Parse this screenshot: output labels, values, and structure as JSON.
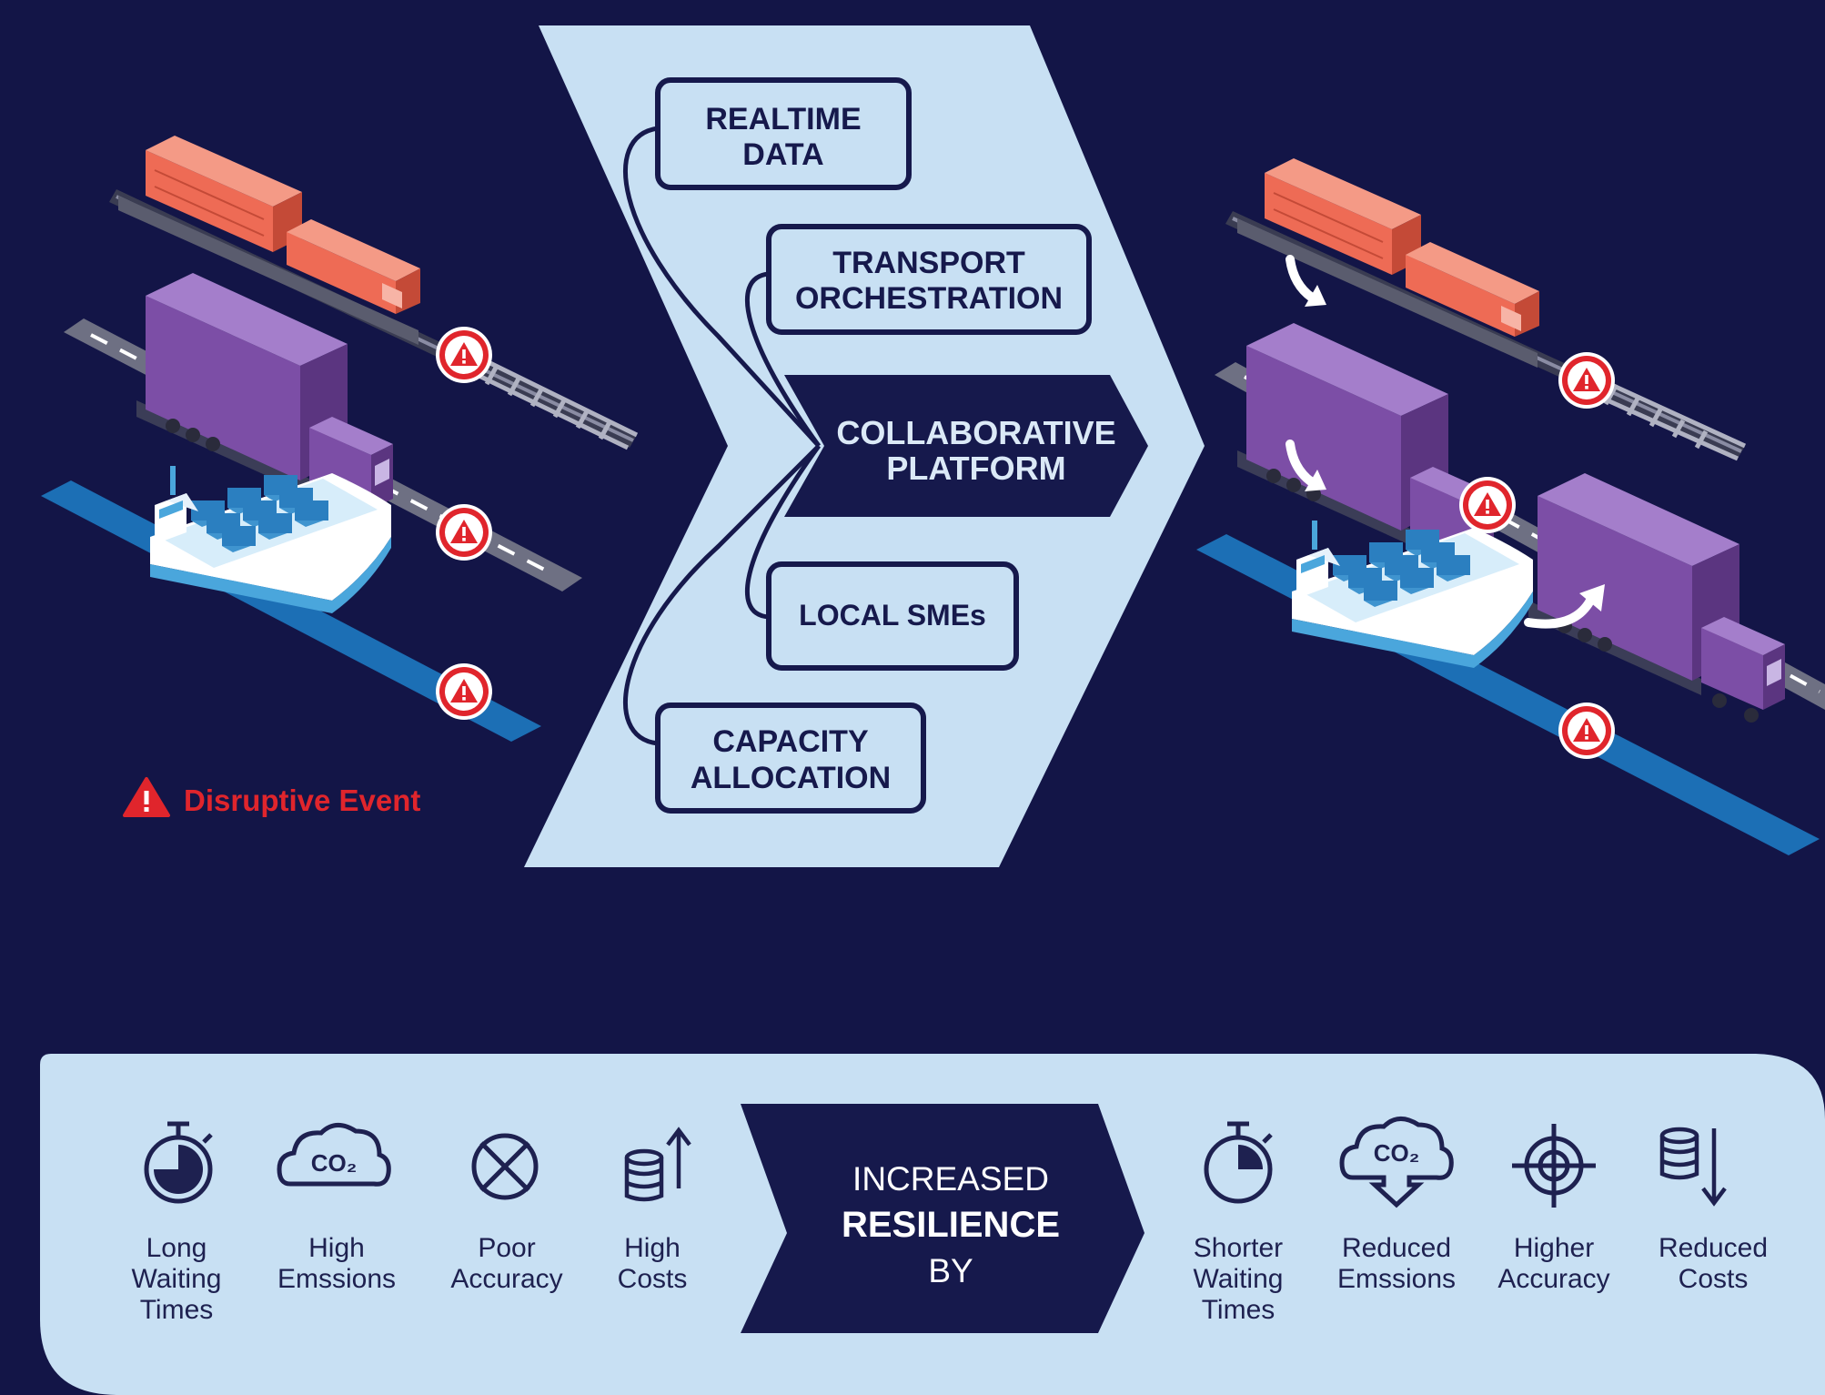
{
  "platform": {
    "center": {
      "line1": "COLLABORATIVE",
      "line2": "PLATFORM"
    },
    "nodes": [
      {
        "line1": "REALTIME",
        "line2": "DATA"
      },
      {
        "line1": "TRANSPORT",
        "line2": "ORCHESTRATION"
      },
      {
        "line1": "LOCAL SMEs",
        "line2": ""
      },
      {
        "line1": "CAPACITY",
        "line2": "ALLOCATION"
      }
    ]
  },
  "legend": {
    "label": "Disruptive Event",
    "icon": "warning-triangle-icon"
  },
  "resilience": {
    "prefix": "INCREASED",
    "emphasis": "RESILIENCE",
    "suffix": "BY"
  },
  "before_metrics": [
    {
      "lines": [
        "Long",
        "Waiting",
        "Times"
      ],
      "icon": "stopwatch-icon"
    },
    {
      "lines": [
        "High",
        "Emssions"
      ],
      "icon": "co2-cloud-icon"
    },
    {
      "lines": [
        "Poor",
        "Accuracy"
      ],
      "icon": "crossed-target-icon"
    },
    {
      "lines": [
        "High",
        "Costs"
      ],
      "icon": "coins-up-icon"
    }
  ],
  "after_metrics": [
    {
      "lines": [
        "Shorter",
        "Waiting",
        "Times"
      ],
      "icon": "stopwatch-short-icon"
    },
    {
      "lines": [
        "Reduced",
        "Emssions"
      ],
      "icon": "co2-cloud-down-icon"
    },
    {
      "lines": [
        "Higher",
        "Accuracy"
      ],
      "icon": "crosshair-icon"
    },
    {
      "lines": [
        "Reduced",
        "Costs"
      ],
      "icon": "coins-down-icon"
    }
  ],
  "co2": "CO₂",
  "colors": {
    "background": "#131547",
    "panel": "#c8e0f3",
    "navy": "#16194c",
    "train": "#ee6b55",
    "truck": "#7c4ea6",
    "ship": "#4aa6dc",
    "alert": "#e0252c"
  }
}
